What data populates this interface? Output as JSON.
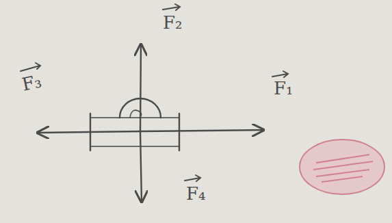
{
  "diagram": {
    "labels": [
      "F₁",
      "F₂",
      "F₃",
      "F₄"
    ]
  }
}
